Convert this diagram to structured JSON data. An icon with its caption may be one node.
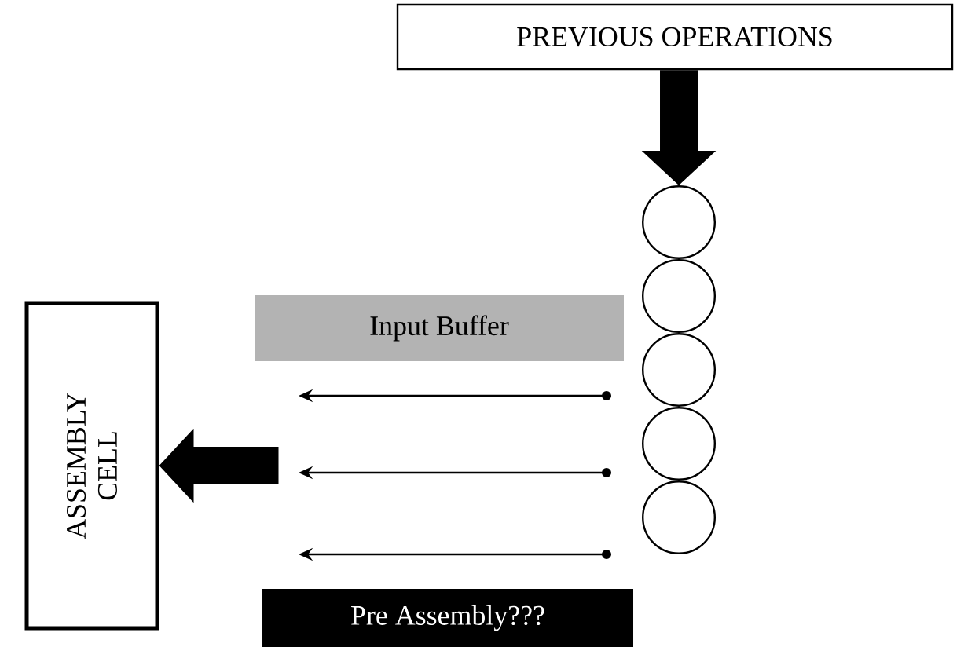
{
  "diagram": {
    "nodes": [
      {
        "text": [
          "PREVIOUS OPERATIONS"
        ]
      },
      {
        "text": [],
        "shape": "circle"
      },
      {
        "text": [],
        "shape": "circle"
      },
      {
        "text": [],
        "shape": "circle"
      },
      {
        "text": [],
        "shape": "circle"
      },
      {
        "text": [],
        "shape": "circle"
      },
      {
        "text": [
          "Input Buffer"
        ]
      },
      {
        "text": [
          "ASSEMBLY CELL"
        ]
      },
      {
        "text": [
          "Pre Assembly???"
        ]
      }
    ],
    "edges": [
      {
        "from": 0,
        "to": 1,
        "arrow": "to"
      },
      {
        "from": null,
        "to": 7,
        "arrow": "to"
      }
    ]
  }
}
